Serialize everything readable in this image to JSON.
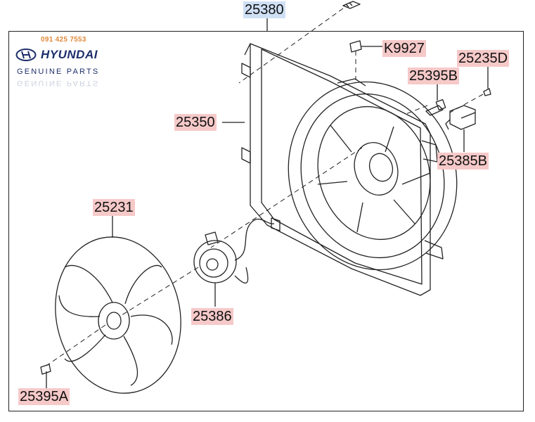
{
  "brand": {
    "phone": "091 425 7553",
    "name": "HYUNDAI",
    "tagline": "GENUINE PARTS",
    "logo_icon": "hyundai-logo-icon"
  },
  "callouts": {
    "assembly": "25380",
    "shroud": "25350",
    "clip": "K9927",
    "bolt_b": "25395B",
    "screw_d": "25235D",
    "resistor": "25385B",
    "fan": "25231",
    "motor": "25386",
    "bolt_a": "25395A"
  },
  "colors": {
    "highlight": "#f6c9c9",
    "assembly_highlight": "#cfe0f5",
    "phone": "#e08a3a",
    "brand": "#1c2e6b"
  }
}
